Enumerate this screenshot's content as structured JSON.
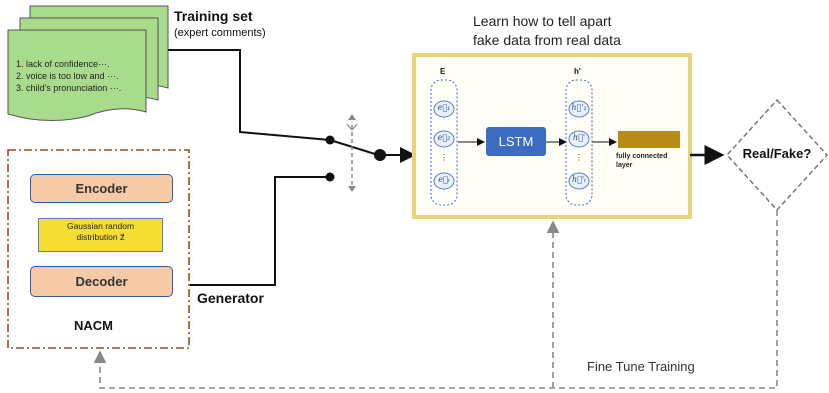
{
  "training_set": {
    "title": "Training set",
    "subtitle": "(expert comments)",
    "lines": [
      "1. lack of confidence···.",
      "2. voice is too low and ···.",
      "3. child's pronunciation ···."
    ]
  },
  "generator": {
    "encoder_label": "Encoder",
    "gaussian_line1": "Gaussian random",
    "gaussian_line2": "distribution z⃗",
    "decoder_label": "Decoder",
    "module_label": "NACM",
    "side_label": "Generator"
  },
  "discriminator": {
    "caption_line1": "Learn how to tell apart",
    "caption_line2": "fake data from real data",
    "e_label": "E",
    "h_label": "h'",
    "e_items": [
      "e⃗₁",
      "e⃗₂",
      "⋮",
      "e⃗ₜ"
    ],
    "h_items": [
      "h⃗'₁",
      "h⃗'",
      "⋮",
      "h⃗'ₜ"
    ],
    "lstm_label": "LSTM",
    "fc_line1": "fully connected",
    "fc_line2": "layer"
  },
  "output": {
    "label": "Real/Fake?"
  },
  "feedback": {
    "label": "Fine Tune Training"
  },
  "colors": {
    "doc_green": "#a9db8d",
    "generator_border": "#9c4a20",
    "disc_border": "#e7d47a",
    "lstm_blue": "#3c6cc2",
    "fc_gold": "#b88d17"
  }
}
